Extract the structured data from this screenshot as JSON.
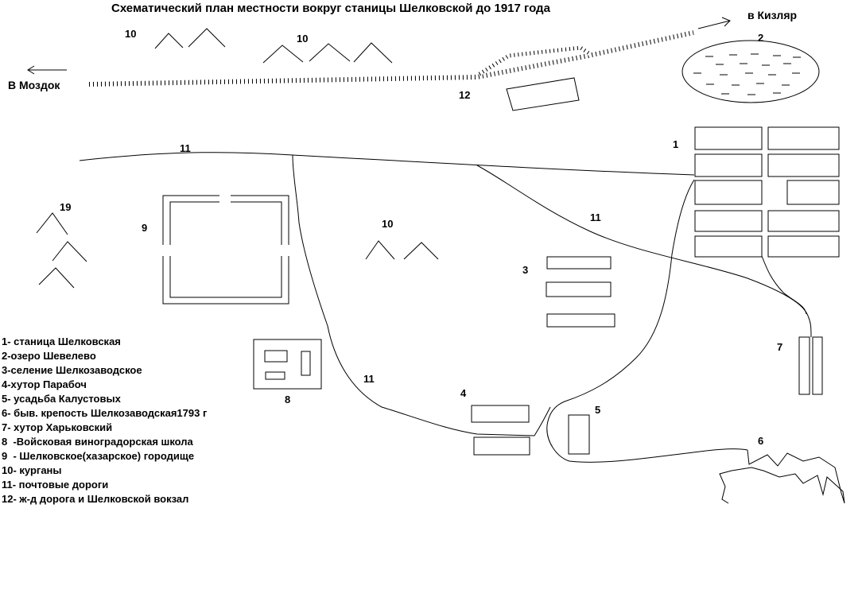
{
  "title": "Схематический план местности вокруг станицы Шелковской до 1917 года",
  "directions": {
    "mozdok": "В Моздок",
    "kizlyar": "в Кизляр"
  },
  "labels": {
    "n1": "1",
    "n2": "2",
    "n3": "3",
    "n4": "4",
    "n5": "5",
    "n6": "6",
    "n7": "7",
    "n8": "8",
    "n9": "9",
    "n10a": "10",
    "n10b": "10",
    "n10c": "10",
    "n11a": "11",
    "n11b": "11",
    "n11c": "11",
    "n12": "12",
    "n19": "19"
  },
  "legend": [
    "1- станица Шелковская",
    "2-озеро Шевелево",
    "3-селение Шелкозаводское",
    "4-хутор Парабоч",
    "5- усадьба Калустовых",
    "6- быв. крепость Шелкозаводская1793 г",
    "7- хутор Харьковский",
    "8  -Войсковая виноградорская школа",
    "9  - Шелковское(хазарское) городище",
    "10- курганы",
    "11- почтовые дороги",
    "12- ж-д дорога и Шелковской вокзал"
  ]
}
